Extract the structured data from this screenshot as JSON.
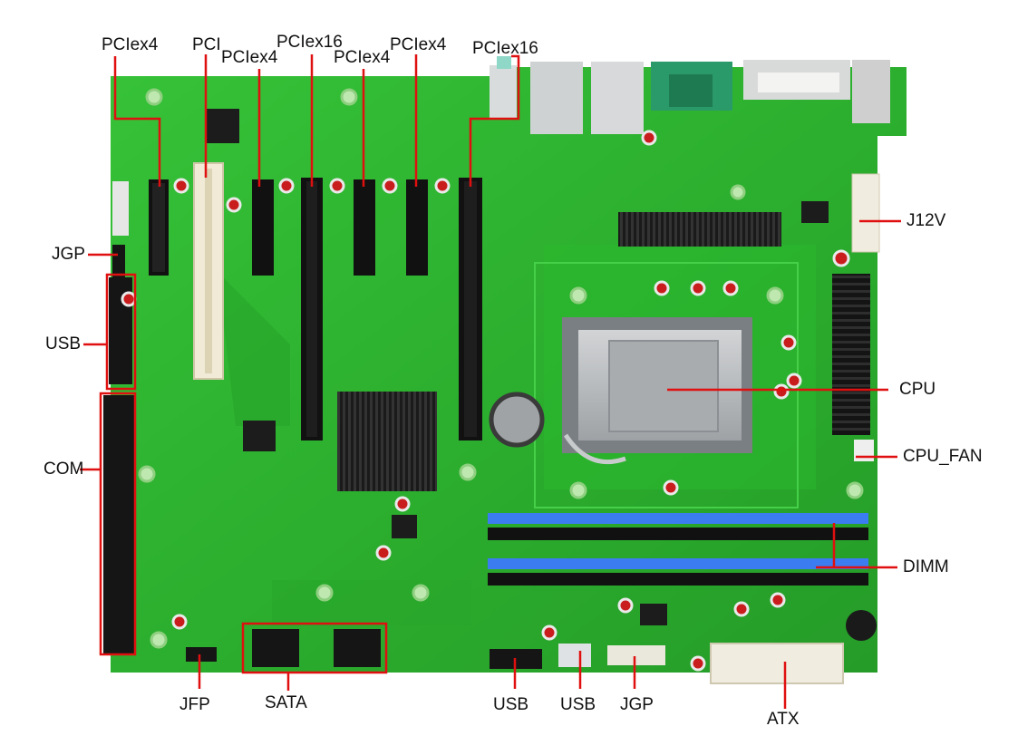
{
  "labels": {
    "pciex4_1": "PCIex4",
    "pci": "PCI",
    "pciex4_2": "PCIex4",
    "pciex16_1": "PCIex16",
    "pciex4_3": "PCIex4",
    "pciex4_4": "PCIex4",
    "pciex16_2": "PCIex16",
    "j12v": "J12V",
    "jgp_left": "JGP",
    "usb_left": "USB",
    "cpu": "CPU",
    "cpu_fan": "CPU_FAN",
    "com": "COM",
    "dimm": "DIMM",
    "jfp": "JFP",
    "sata": "SATA",
    "usb_bottom_1": "USB",
    "usb_bottom_2": "USB",
    "jgp_bottom": "JGP",
    "atx": "ATX"
  },
  "colors": {
    "pcb": "#2fb52f",
    "pcb_dark": "#1f8f22",
    "callout": "#e01010",
    "slot_black": "#111111",
    "pci_white": "#f1ead6",
    "dimm_blue": "#3b7cf0",
    "socket_silver": "#b9bcbf"
  }
}
